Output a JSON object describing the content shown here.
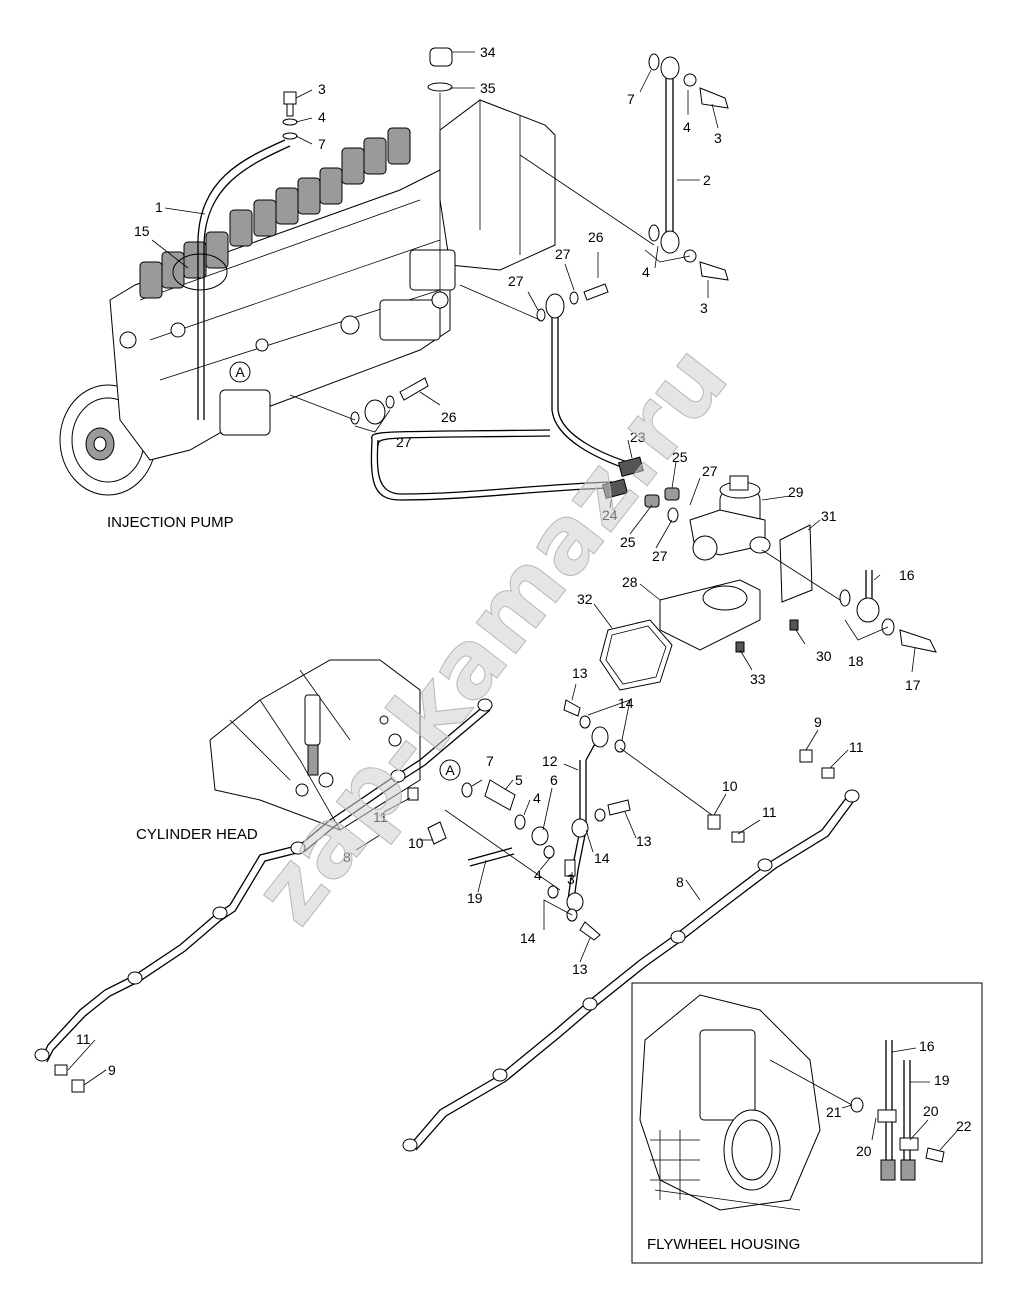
{
  "watermark": "zap-kamaz.ru",
  "sections": {
    "injection_pump": "INJECTION PUMP",
    "cylinder_head": "CYLINDER HEAD",
    "flywheel_housing": "FLYWHEEL HOUSING"
  },
  "callouts": {
    "c34": "34",
    "c35": "35",
    "c3a": "3",
    "c4a": "4",
    "c7a": "7",
    "c1": "1",
    "c15": "15",
    "c7b": "7",
    "c4b": "4",
    "c3b": "3",
    "c2": "2",
    "c4c": "4",
    "c3c": "3",
    "c27a": "27",
    "c26a": "26",
    "c27b": "27",
    "c26b": "26",
    "c27c": "27",
    "c23": "23",
    "c25a": "25",
    "c27d": "27",
    "c29": "29",
    "c24": "24",
    "c25b": "25",
    "c27e": "27",
    "c31": "31",
    "c28": "28",
    "c32": "32",
    "c16a": "16",
    "c18": "18",
    "c17": "17",
    "c30": "30",
    "c33": "33",
    "c13a": "13",
    "c14a": "14",
    "c12": "12",
    "c7c": "7",
    "c5": "5",
    "c4d": "4",
    "c6": "6",
    "c13b": "13",
    "c14b": "14",
    "c4e": "4",
    "c3d": "3",
    "c14c": "14",
    "c13c": "13",
    "c19a": "19",
    "c11a": "11",
    "c10a": "10",
    "c8a": "8",
    "c11b": "11",
    "c9a": "9",
    "c9b": "9",
    "c11c": "11",
    "c10b": "10",
    "c11d": "11",
    "c8b": "8",
    "c16b": "16",
    "c19b": "19",
    "c20a": "20",
    "c21": "21",
    "c20b": "20",
    "c22": "22"
  },
  "markers": {
    "a1": "A",
    "a2": "A"
  }
}
